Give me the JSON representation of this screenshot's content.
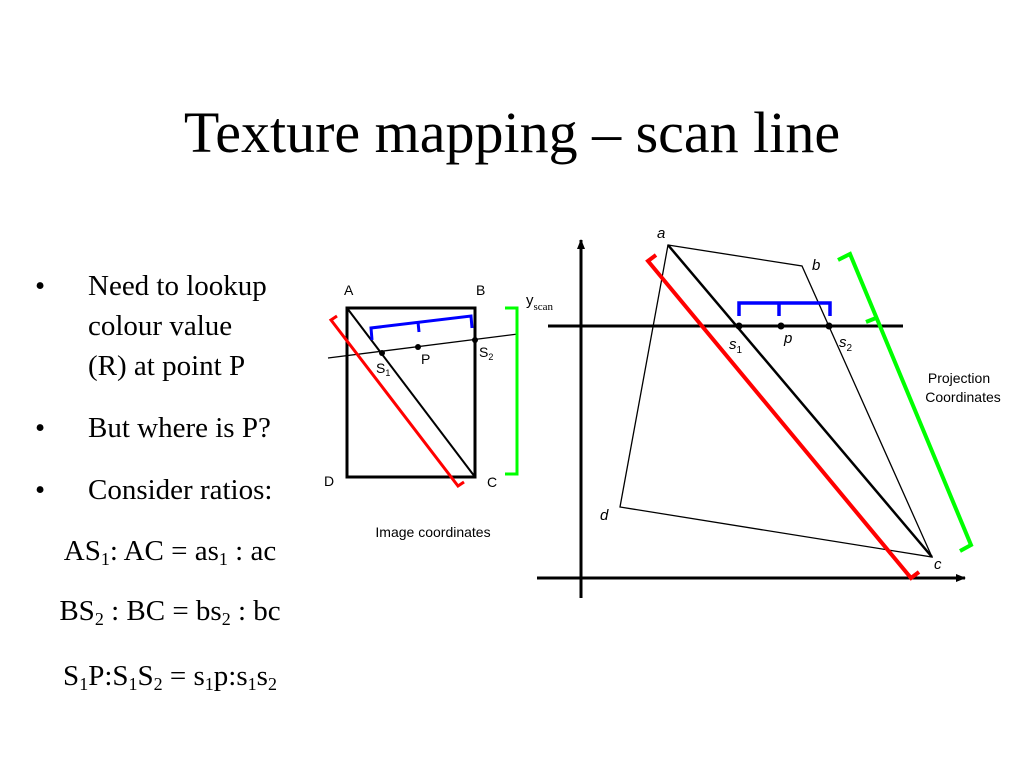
{
  "title": "Texture mapping – scan line",
  "bullets": [
    {
      "marker": "•",
      "text": "Need to lookup\ncolour value\n(R) at point P"
    },
    {
      "marker": "•",
      "text": "But where is P?"
    },
    {
      "marker": "•",
      "text": "Consider ratios:"
    }
  ],
  "ratios": {
    "r1": {
      "a": "AS",
      "a_sub": "1",
      "b": ": AC = as",
      "b_sub": "1",
      "c": " : ac"
    },
    "r2": {
      "a": "BS",
      "a_sub": "2",
      "b": " : BC = bs",
      "b_sub": "2",
      "c": " : bc"
    },
    "r3": {
      "a": "S",
      "a_sub": "1",
      "b": "P:S",
      "b_sub": "1",
      "c": "S",
      "c_sub": "2",
      "d": " = s",
      "d_sub": "1",
      "e": "p:s",
      "e_sub": "1",
      "f": "s",
      "f_sub": "2"
    }
  },
  "image_diagram": {
    "A": "A",
    "B": "B",
    "C": "C",
    "D": "D",
    "S": "S",
    "S1_sub": "1",
    "S2_sub": "2",
    "P": "P",
    "caption": "Image coordinates"
  },
  "projection_diagram": {
    "a": "a",
    "b": "b",
    "c": "c",
    "d": "d",
    "s": "s",
    "s1_sub": "1",
    "s2_sub": "2",
    "p": "p",
    "y": "y",
    "y_sub": "scan",
    "caption_line1": "Projection",
    "caption_line2": "Coordinates"
  },
  "colors": {
    "red": "#ff0000",
    "green": "#00ff00",
    "blue": "#0000ff",
    "black": "#000000"
  }
}
